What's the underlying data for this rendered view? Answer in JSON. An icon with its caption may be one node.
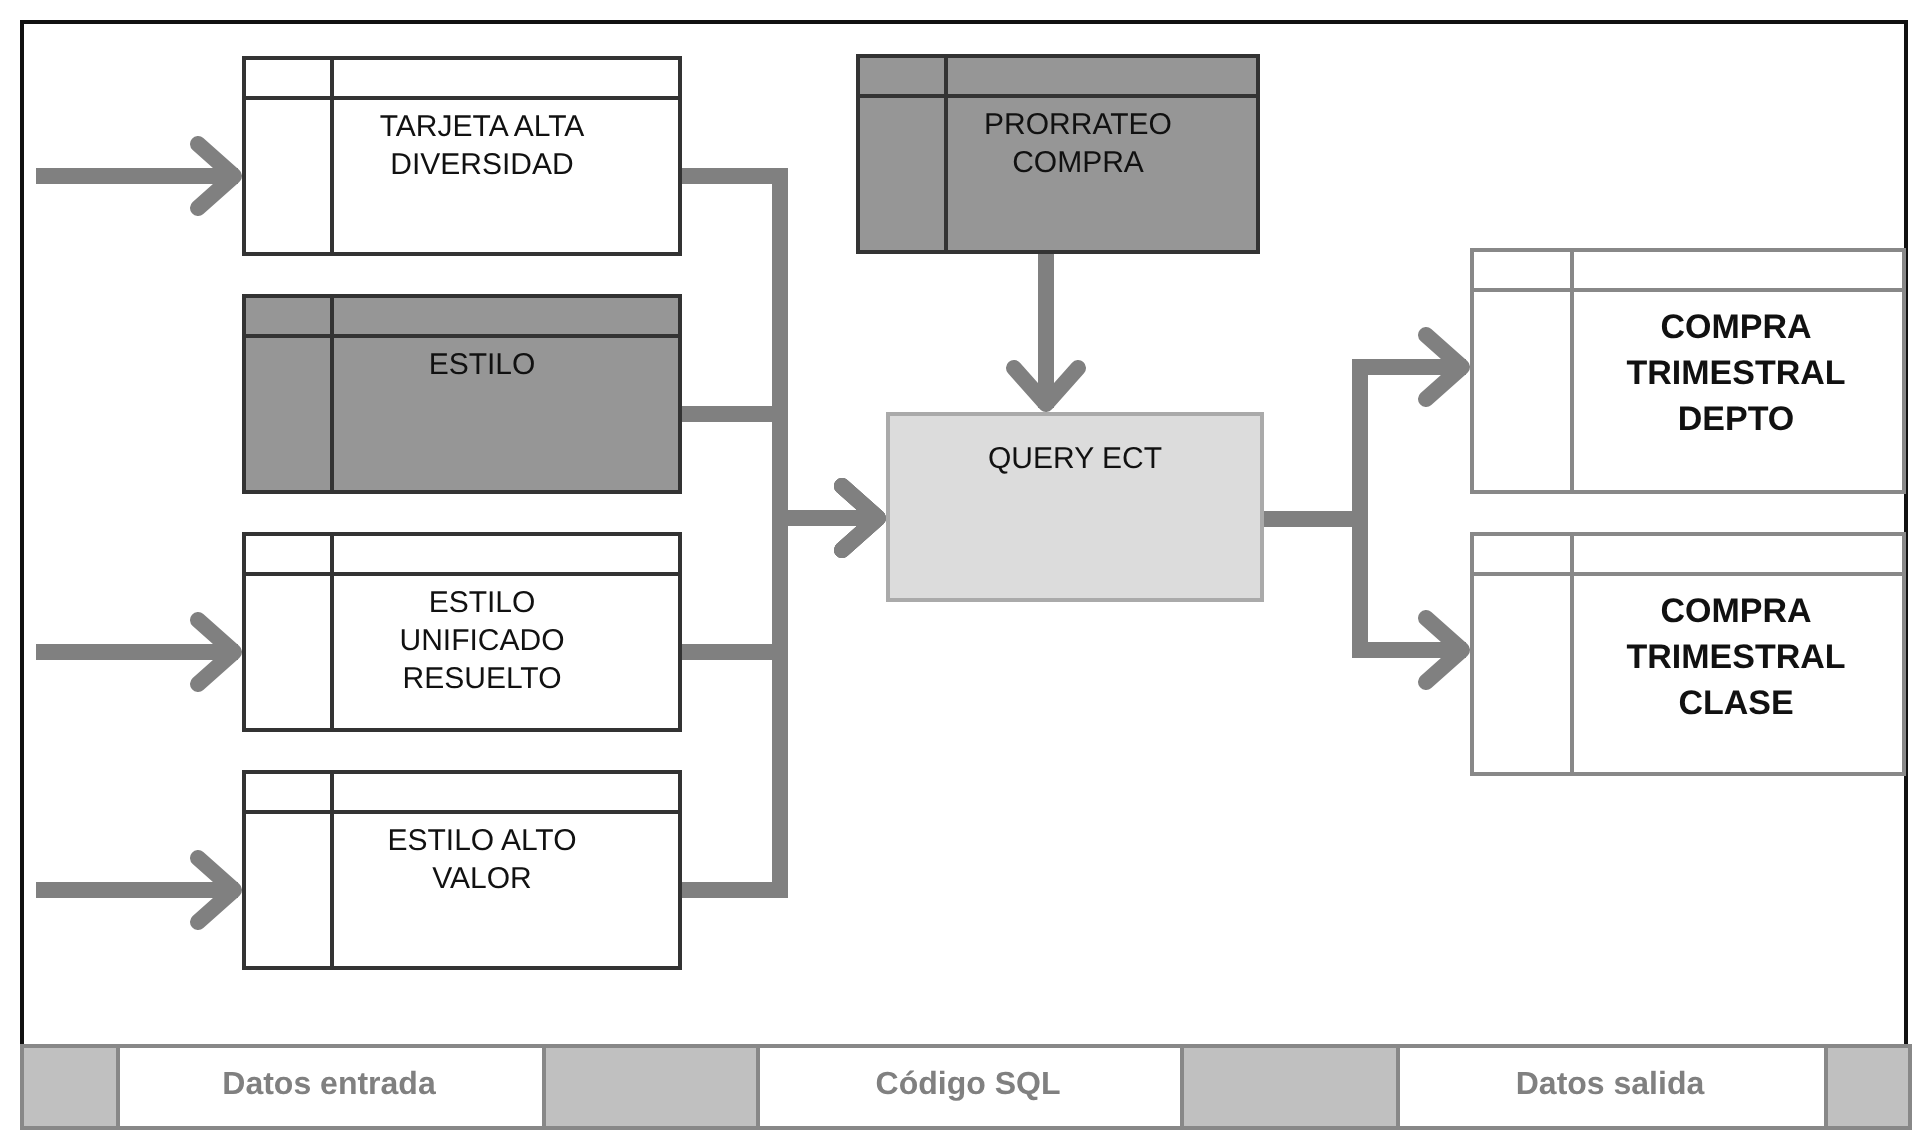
{
  "diagram": {
    "nodes": [
      {
        "text": [
          "TARJETA ALTA DIVERSIDAD"
        ]
      },
      {
        "text": [
          "ESTILO"
        ]
      },
      {
        "text": [
          "ESTILO UNIFICADO RESUELTO"
        ]
      },
      {
        "text": [
          "ESTILO ALTO VALOR"
        ]
      },
      {
        "text": [
          "PRORRATEO COMPRA"
        ]
      },
      {
        "text": [
          "QUERY ECT"
        ]
      },
      {
        "text": [
          "COMPRA TRIMESTRAL DEPTO"
        ]
      },
      {
        "text": [
          "COMPRA TRIMESTRAL CLASE"
        ]
      }
    ],
    "edges": [
      {
        "from": null,
        "to": 0,
        "arrow": "to"
      },
      {
        "from": null,
        "to": 2,
        "arrow": "to"
      },
      {
        "from": null,
        "to": 3,
        "arrow": "to"
      },
      {
        "from": 0,
        "to": 5,
        "arrow": "to"
      },
      {
        "from": 1,
        "to": 5,
        "arrow": "to"
      },
      {
        "from": 2,
        "to": 5,
        "arrow": "to"
      },
      {
        "from": 3,
        "to": 5,
        "arrow": "to"
      },
      {
        "from": 4,
        "to": 5,
        "arrow": "to"
      },
      {
        "from": 5,
        "to": 6,
        "arrow": "to"
      },
      {
        "from": 5,
        "to": 7,
        "arrow": "to"
      }
    ],
    "labels": [
      "Datos entrada",
      "Código SQL",
      "Datos salida"
    ]
  }
}
